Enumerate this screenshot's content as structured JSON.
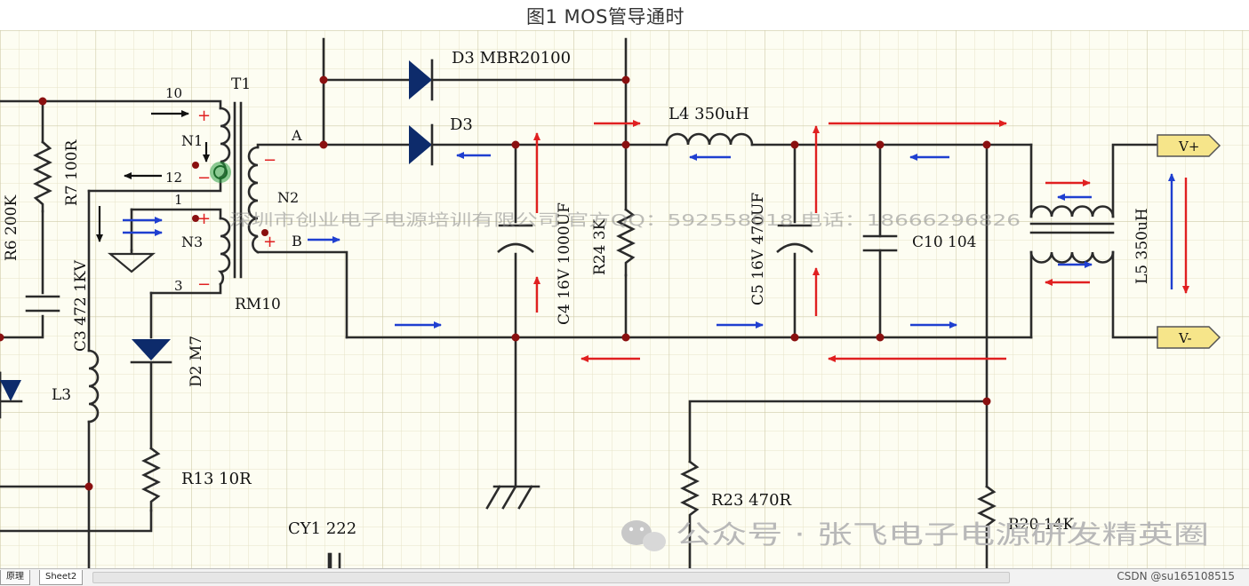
{
  "title": "图1 MOS管导通时",
  "transformer": {
    "name": "T1",
    "core": "RM10",
    "windings": [
      "N1",
      "N2",
      "N3"
    ],
    "pins": [
      "10",
      "12",
      "1",
      "3"
    ],
    "secondary_nodes": [
      "A",
      "B"
    ],
    "polarity_plus": "+",
    "polarity_minus": "−"
  },
  "components": {
    "r6": "R6 200K",
    "r7": "R7 100R",
    "c3": "C3 472 1KV",
    "l3": "L3",
    "d2": "D2 M7",
    "r13": "R13 10R",
    "cy1": "CY1 222",
    "d3a": "D3 MBR20100",
    "d3b": "D3",
    "c4": "C4 16V 1000UF",
    "r24": "R24 3K",
    "l4": "L4 350uH",
    "c5": "C5 16V 470UF",
    "c10": "C10 104",
    "l5": "L5 350uH",
    "r23": "R23 470R",
    "r20": "R20 14K"
  },
  "outputs": {
    "vplus": "V+",
    "vminus": "V-"
  },
  "watermark": "深圳市创业电子电源培训有限公司 官方QQ：592558018 电话：18666296826",
  "wechat": {
    "icon": "wechat-icon",
    "text": "公众号 · 张飞电子电源研发精英圈"
  },
  "credit": "CSDN @su165108515",
  "tabs": [
    "原理",
    "Sheet2"
  ],
  "colors": {
    "grid_minor": "#e6e3c8",
    "grid_major": "#c9c6a5",
    "sheet_bg": "#fdfdf2",
    "wire": "#2b2b2b",
    "current_red": "#e02020",
    "current_blue": "#1f3fd0",
    "connector_fill": "#f6e58a"
  }
}
